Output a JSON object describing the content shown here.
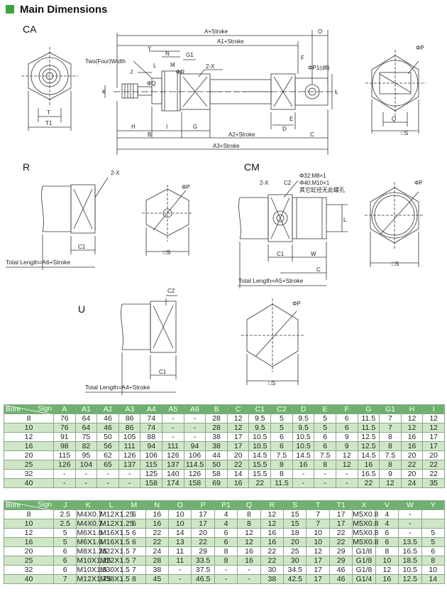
{
  "header": {
    "title": "Main Dimensions"
  },
  "views": {
    "ca": "CA",
    "r": "R",
    "cm": "CM",
    "u": "U"
  },
  "labels": {
    "a_stroke": "A+Stroke",
    "a1_stroke": "A1+Stroke",
    "a2_stroke": "A2+Stroke",
    "a3_stroke": "A3+Stroke",
    "o": "O",
    "y": "Y",
    "n": "N",
    "g1": "G1",
    "two_four_width": "Two(Four)Width",
    "j": "J",
    "l_small": "L",
    "m": "M",
    "phi_r": "ΦR",
    "phi_q": "ΦQ",
    "two_x": "2-X",
    "f": "F",
    "phi_p1": "ΦP1(d8)",
    "l": "L",
    "k": "K",
    "h": "H",
    "b": "B",
    "i": "I",
    "g": "G",
    "d": "D",
    "e": "E",
    "c": "C",
    "t": "T",
    "t1": "T1",
    "phi_p": "ΦP",
    "q": "Q",
    "s": "□S",
    "c1": "C1",
    "c2": "C2",
    "w": "W",
    "cm_note1": "Φ32:M8×1",
    "cm_note2": "Φ40:M10×1",
    "cm_note3": "其它缸径无此螺孔",
    "total_r": "Total Length=A6+Stroke",
    "total_cm": "Total Length=A5+Stroke",
    "total_u": "Total Length=A4+Stroke"
  },
  "table1": {
    "sign": "Sign",
    "bore": "Bore",
    "columns": [
      "A",
      "A1",
      "A2",
      "A3",
      "A4",
      "A5",
      "A6",
      "B",
      "C",
      "C1",
      "C2",
      "D",
      "E",
      "F",
      "G",
      "G1",
      "H",
      "I"
    ],
    "rows": [
      [
        "8",
        "76",
        "64",
        "46",
        "86",
        "74",
        "-",
        "-",
        "28",
        "12",
        "9.5",
        "5",
        "9.5",
        "5",
        "6",
        "11.5",
        "7",
        "12",
        "12"
      ],
      [
        "10",
        "76",
        "64",
        "46",
        "86",
        "74",
        "-",
        "-",
        "28",
        "12",
        "9.5",
        "5",
        "9.5",
        "5",
        "6",
        "11.5",
        "7",
        "12",
        "12"
      ],
      [
        "12",
        "91",
        "75",
        "50",
        "105",
        "88",
        "-",
        "-",
        "38",
        "17",
        "10.5",
        "6",
        "10.5",
        "6",
        "9",
        "12.5",
        "8",
        "16",
        "17"
      ],
      [
        "16",
        "98",
        "82",
        "56",
        "111",
        "94",
        "111",
        "94",
        "38",
        "17",
        "10.5",
        "6",
        "10.5",
        "6",
        "9",
        "12.5",
        "8",
        "16",
        "17"
      ],
      [
        "20",
        "115",
        "95",
        "62",
        "126",
        "106",
        "126",
        "106",
        "44",
        "20",
        "14.5",
        "7.5",
        "14.5",
        "7.5",
        "12",
        "14.5",
        "7.5",
        "20",
        "20"
      ],
      [
        "25",
        "126",
        "104",
        "65",
        "137",
        "115",
        "137",
        "114.5",
        "50",
        "22",
        "15.5",
        "8",
        "16",
        "8",
        "12",
        "16",
        "8",
        "22",
        "22"
      ],
      [
        "32",
        "-",
        "-",
        "-",
        "-",
        "125",
        "140",
        "126",
        "58",
        "14",
        "15.5",
        "8",
        "-",
        "-",
        "-",
        "16.5",
        "9",
        "20",
        "22"
      ],
      [
        "40",
        "-",
        "-",
        "-",
        "-",
        "158",
        "174",
        "158",
        "69",
        "16",
        "22",
        "11.5",
        "-",
        "-",
        "-",
        "22",
        "12",
        "24",
        "35"
      ]
    ]
  },
  "table2": {
    "sign": "Sign",
    "bore": "Bore",
    "columns": [
      "J",
      "K",
      "L",
      "M",
      "N",
      "O",
      "P",
      "P1",
      "Q",
      "R",
      "S",
      "T",
      "T1",
      "X",
      "V",
      "W",
      "Y"
    ],
    "rows": [
      [
        "8",
        "2.5",
        "M4X0.7",
        "M12X1.25",
        "6",
        "16",
        "10",
        "17",
        "4",
        "8",
        "12",
        "15",
        "7",
        "17",
        "M5X0.8",
        "4",
        "-",
        ""
      ],
      [
        "10",
        "2.5",
        "M4X0.7",
        "M12X1.25",
        "6",
        "16",
        "10",
        "17",
        "4",
        "8",
        "12",
        "15",
        "7",
        "17",
        "M5X0.8",
        "4",
        "-",
        ""
      ],
      [
        "12",
        "5",
        "M6X1.0",
        "M16X1.5",
        "6",
        "22",
        "14",
        "20",
        "6",
        "12",
        "16",
        "18",
        "10",
        "22",
        "M5X0.8",
        "6",
        "-",
        "5"
      ],
      [
        "16",
        "5",
        "M6X1.0",
        "M16X1.5",
        "6",
        "22",
        "13",
        "22",
        "6",
        "12",
        "16",
        "20",
        "10",
        "22",
        "M5X0.8",
        "6",
        "13.5",
        "5"
      ],
      [
        "20",
        "6",
        "M8X1.25",
        "M22X1.5",
        "7",
        "24",
        "11",
        "29",
        "8",
        "16",
        "22",
        "25",
        "12",
        "29",
        "G1/8",
        "8",
        "16.5",
        "6"
      ],
      [
        "25",
        "6",
        "M10X1.25",
        "M22X1.5",
        "7",
        "28",
        "11",
        "33.5",
        "8",
        "16",
        "22",
        "30",
        "17",
        "29",
        "G1/8",
        "10",
        "18.5",
        "8"
      ],
      [
        "32",
        "6",
        "M10X1.5",
        "M30X1.5",
        "7",
        "38",
        "-",
        "37.5",
        "-",
        "-",
        "30",
        "34.5",
        "17",
        "46",
        "G1/8",
        "12",
        "10.5",
        "10"
      ],
      [
        "40",
        "7",
        "M12X1.75",
        "M38X1.5",
        "8",
        "45",
        "-",
        "46.5",
        "-",
        "-",
        "38",
        "42.5",
        "17",
        "46",
        "G1/4",
        "16",
        "12.5",
        "14"
      ]
    ]
  }
}
